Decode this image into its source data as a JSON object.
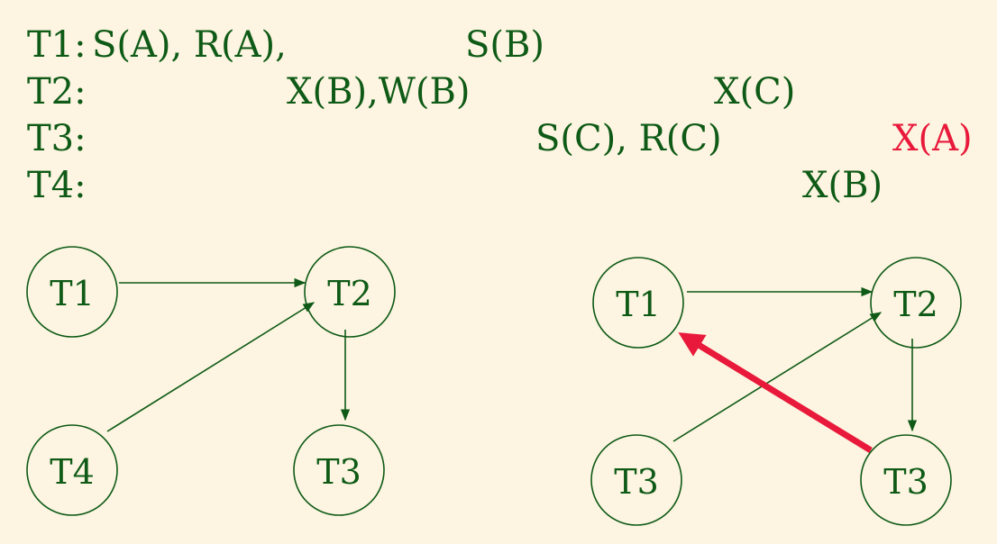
{
  "schedule": {
    "rows": [
      {
        "label": "T1:",
        "ops": [
          "S(A), R(A),",
          "S(B)"
        ],
        "red": [
          false,
          false
        ]
      },
      {
        "label": "T2:",
        "ops": [
          "X(B),W(B)",
          "X(C)"
        ],
        "red": [
          false,
          false
        ]
      },
      {
        "label": "T3:",
        "ops": [
          "S(C), R(C)",
          "X(A)"
        ],
        "red": [
          false,
          true
        ]
      },
      {
        "label": "T4:",
        "ops": [
          "X(B)"
        ],
        "red": [
          false
        ]
      }
    ]
  },
  "graph_left": {
    "nodes": [
      "T1",
      "T2",
      "T4",
      "T3"
    ],
    "edges": [
      [
        "T1",
        "T2"
      ],
      [
        "T4",
        "T2"
      ],
      [
        "T2",
        "T3"
      ]
    ]
  },
  "graph_right": {
    "nodes": [
      "T1",
      "T2",
      "T3",
      "T3"
    ],
    "edges": [
      [
        "T1",
        "T2"
      ],
      [
        "T3",
        "T2"
      ],
      [
        "T2",
        "T3"
      ],
      [
        "T3",
        "T1"
      ]
    ],
    "highlight_edge": [
      "T3",
      "T1"
    ]
  },
  "colors": {
    "ink": "#0e5a16",
    "highlight": "#e8193a",
    "background": "#fdf5e1"
  }
}
